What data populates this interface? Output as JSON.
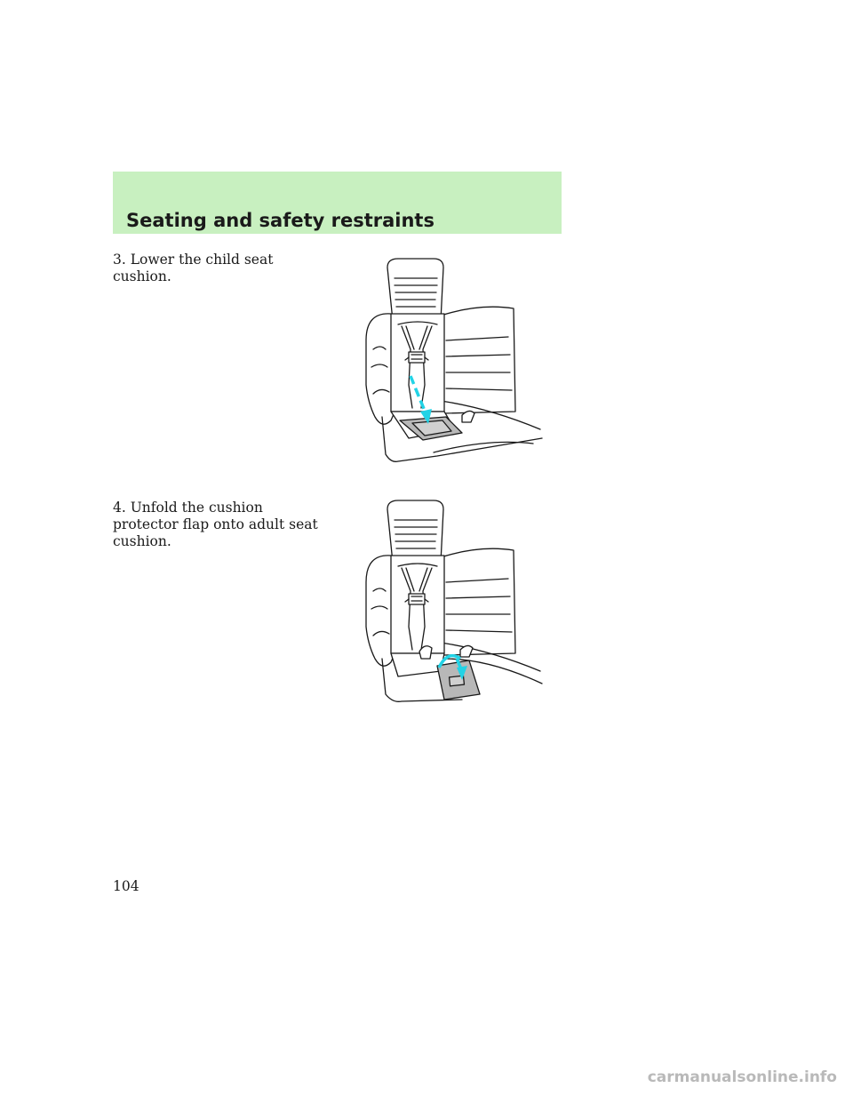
{
  "header": {
    "section_title": "Seating and safety restraints",
    "band_color": "#c8f0c0"
  },
  "steps": [
    {
      "text": "3. Lower the child seat cushion.",
      "figure": "child-seat-cushion-lowering-illustration"
    },
    {
      "text": "4. Unfold the cushion protector flap onto adult seat cushion.",
      "figure": "cushion-protector-flap-unfolding-illustration"
    }
  ],
  "arrow_color": "#22d3e6",
  "page_number": "104",
  "watermark": "carmanualsonline.info"
}
